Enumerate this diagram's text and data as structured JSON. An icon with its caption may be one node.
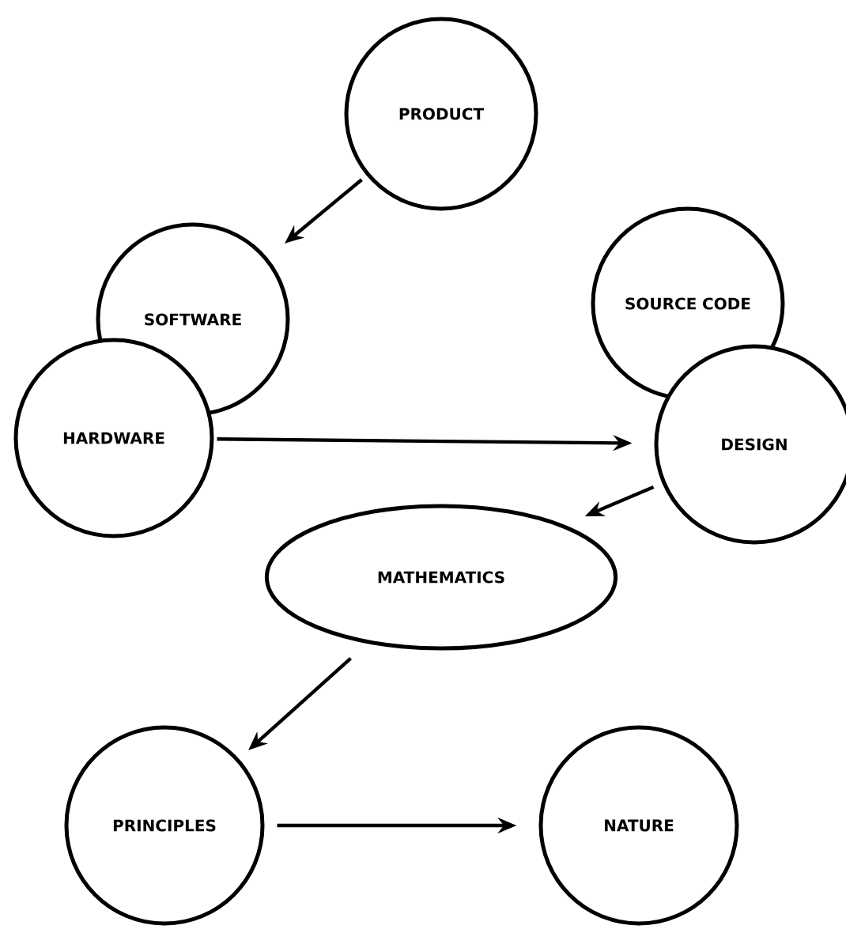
{
  "diagram": {
    "nodes": [
      {
        "text": [
          "PRODUCT"
        ]
      },
      {
        "text": [
          "SOFTWARE"
        ]
      },
      {
        "text": [
          "HARDWARE"
        ]
      },
      {
        "text": [
          "SOURCE CODE"
        ]
      },
      {
        "text": [
          "DESIGN"
        ]
      },
      {
        "text": [
          "MATHEMATICS"
        ]
      },
      {
        "text": [
          "PRINCIPLES"
        ]
      },
      {
        "text": [
          "NATURE"
        ]
      }
    ],
    "edges": [
      {
        "from": 0,
        "to": 1,
        "arrow": "to"
      },
      {
        "from": 2,
        "to": 4,
        "arrow": "to"
      },
      {
        "from": 4,
        "to": 5,
        "arrow": "to"
      },
      {
        "from": 5,
        "to": 6,
        "arrow": "to"
      },
      {
        "from": 6,
        "to": 7,
        "arrow": "to"
      }
    ]
  }
}
